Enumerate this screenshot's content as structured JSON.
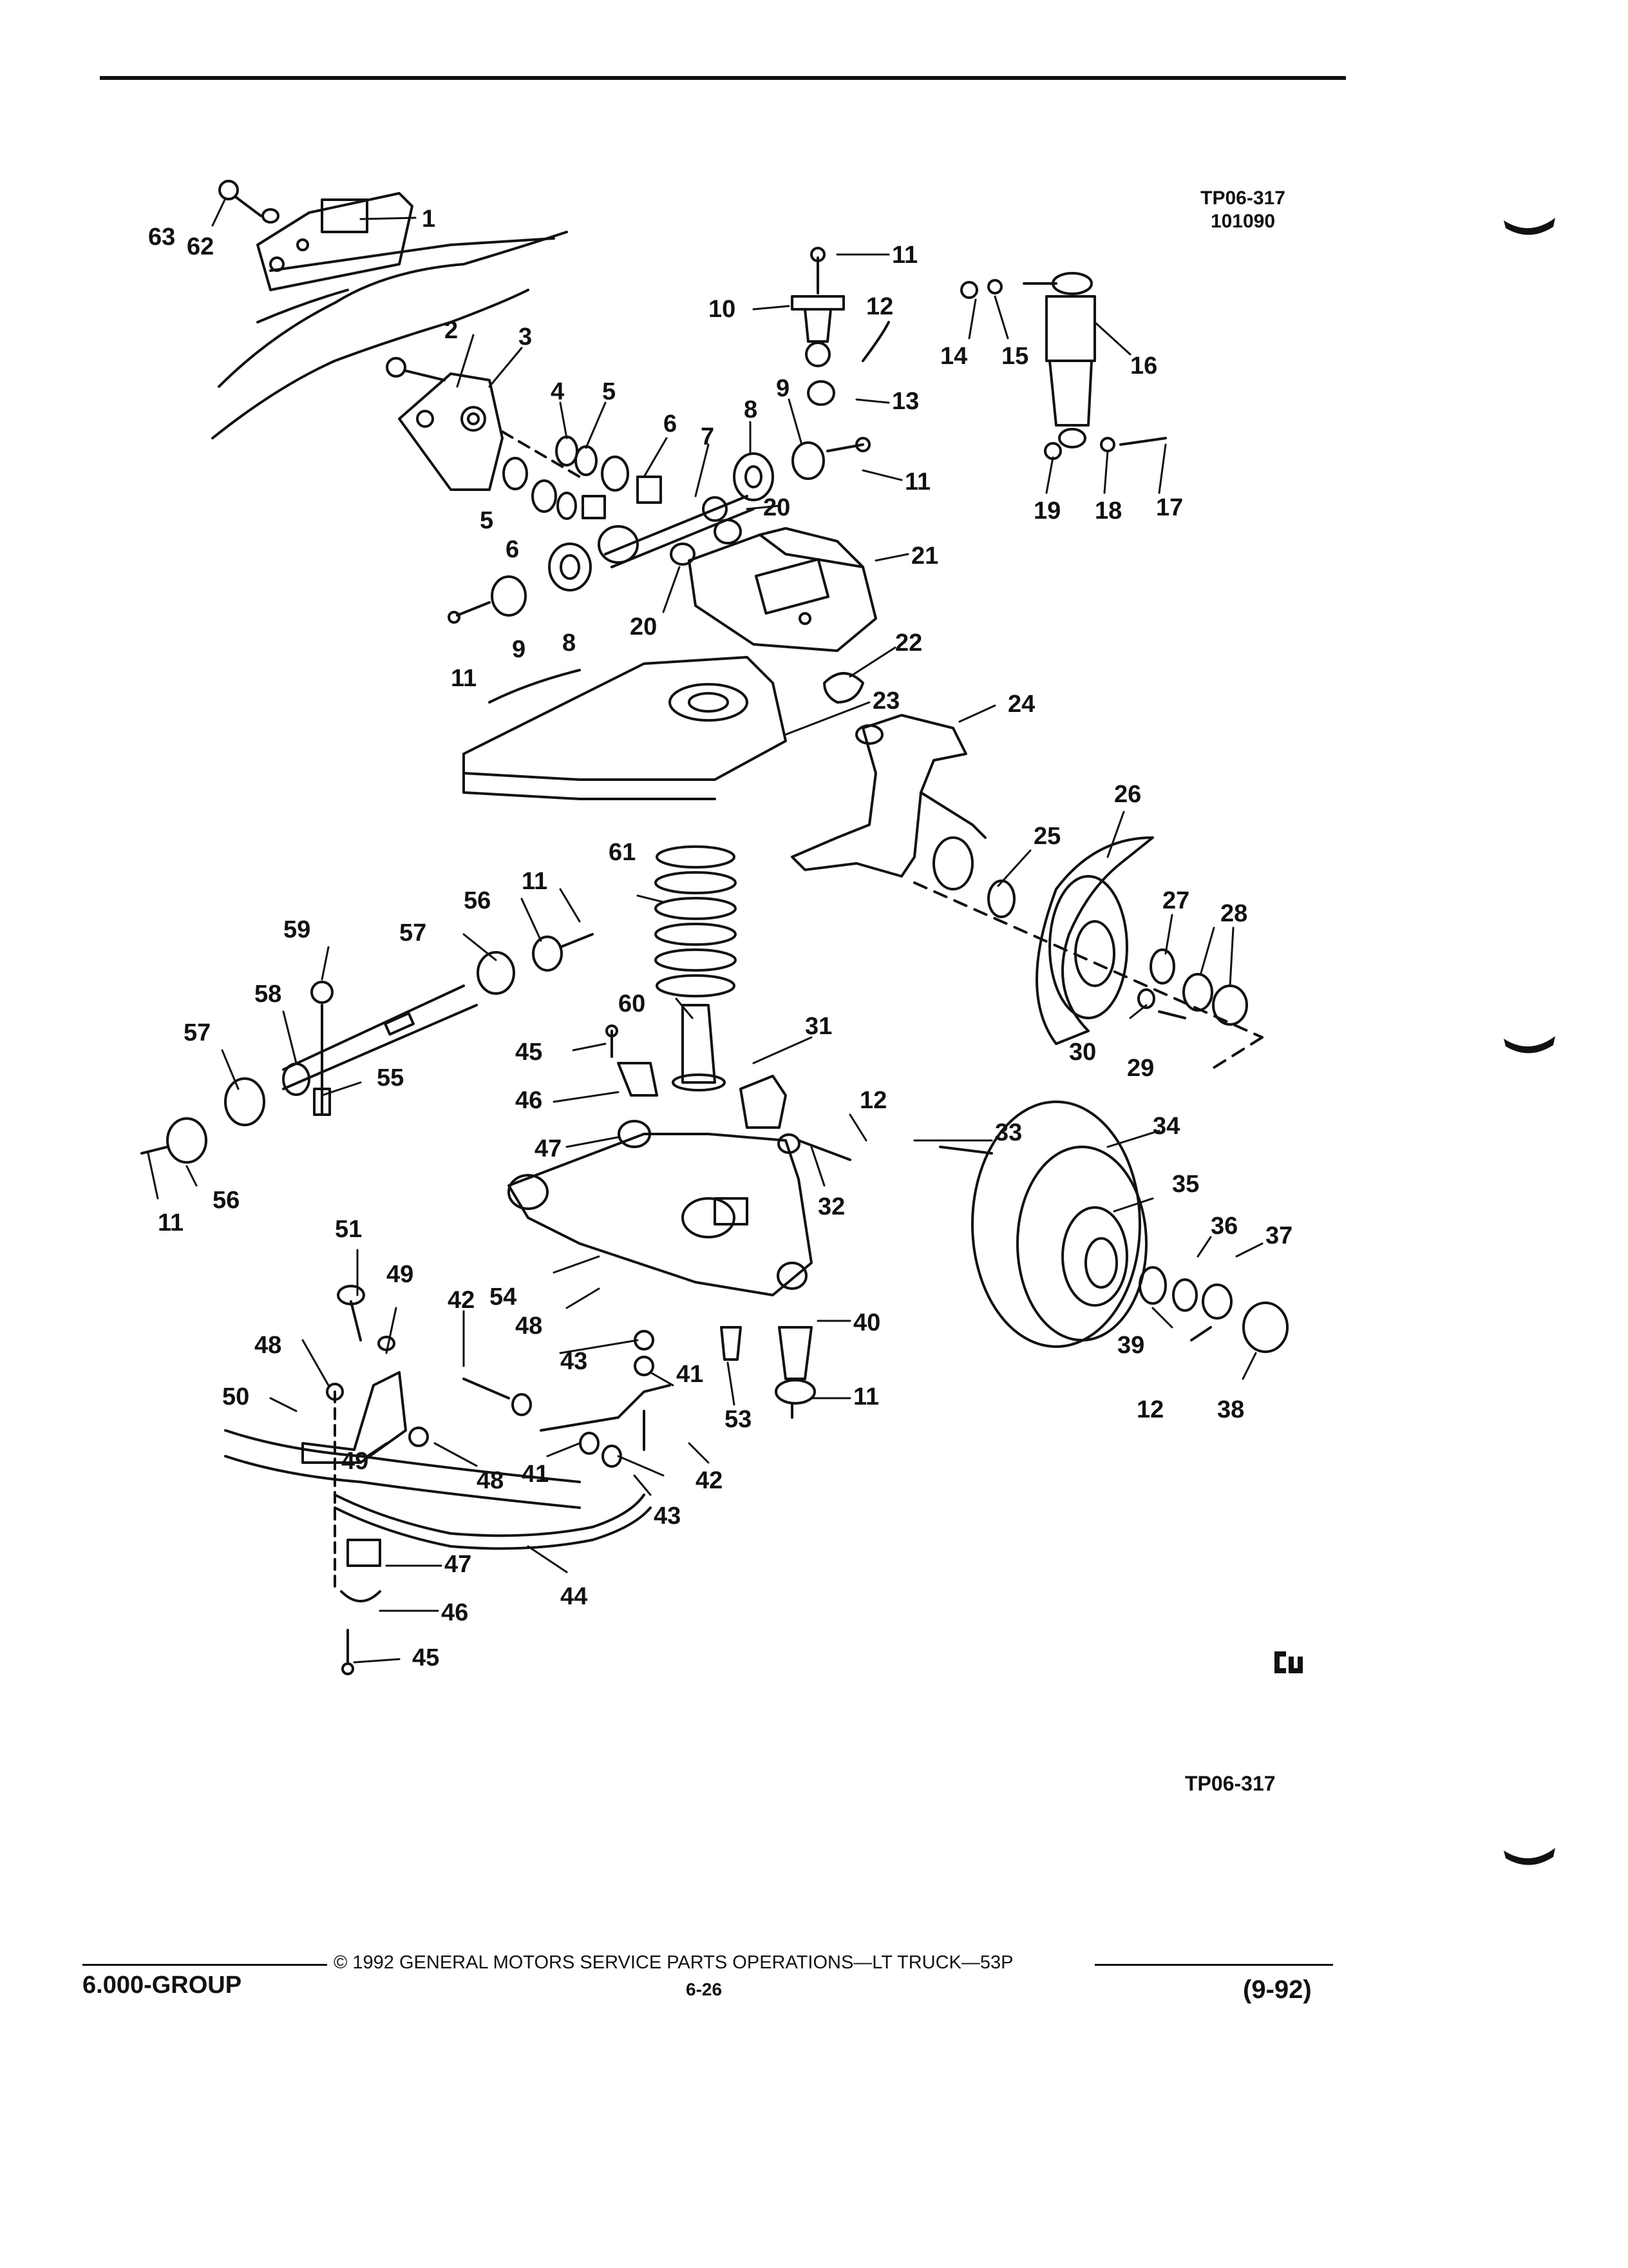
{
  "header": {
    "figure_id": "TP06-317",
    "figure_date": "101090"
  },
  "figure_id_bottom": "TP06-317",
  "footer": {
    "group": "6.000-GROUP",
    "copyright": "© 1992 GENERAL MOTORS SERVICE PARTS OPERATIONS—LT TRUCK—53P",
    "page": "6-26",
    "revision": "(9-92)"
  },
  "logo_text": "cu",
  "callouts": [
    "1",
    "2",
    "3",
    "4",
    "5",
    "5",
    "6",
    "6",
    "7",
    "8",
    "8",
    "9",
    "9",
    "10",
    "11",
    "11",
    "11",
    "11",
    "11",
    "11",
    "12",
    "12",
    "12",
    "13",
    "14",
    "15",
    "16",
    "17",
    "18",
    "19",
    "20",
    "20",
    "21",
    "22",
    "23",
    "24",
    "25",
    "26",
    "27",
    "28",
    "29",
    "30",
    "31",
    "32",
    "33",
    "34",
    "35",
    "36",
    "37",
    "38",
    "39",
    "40",
    "41",
    "41",
    "42",
    "42",
    "43",
    "43",
    "44",
    "45",
    "45",
    "46",
    "46",
    "47",
    "47",
    "48",
    "48",
    "48",
    "49",
    "49",
    "50",
    "51",
    "53",
    "54",
    "55",
    "56",
    "56",
    "57",
    "57",
    "58",
    "59",
    "60",
    "61",
    "62",
    "63"
  ]
}
